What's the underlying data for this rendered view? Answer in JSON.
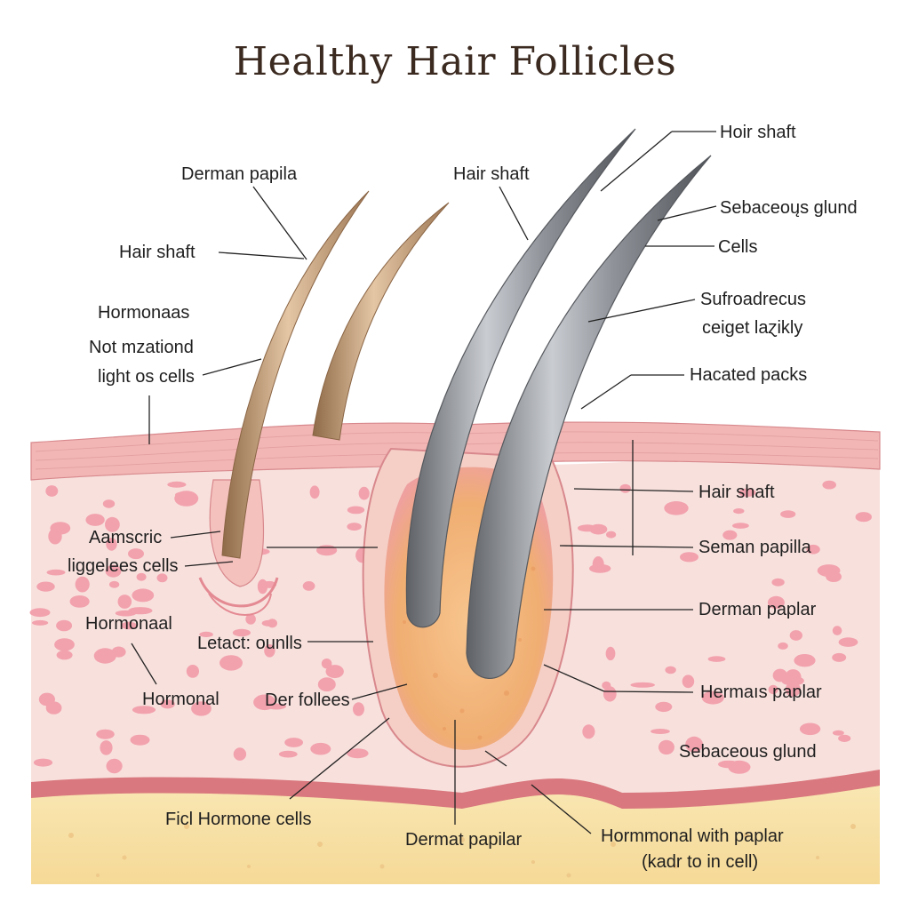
{
  "title": "Healthy Hair Follicles",
  "labels": {
    "derman_papila": "Derman papila",
    "hair_shaft_left": "Hair shaft",
    "hormonaas": "Hormonaas",
    "not_mzationd": "Not mzationd",
    "light_os_cells": "light os cells",
    "hair_shaft_center": "Hair shaft",
    "hoir_shaft": "Hoir shaft",
    "sebaceous_glund_top": "Sebaceoųs glund",
    "cells": "Cells",
    "sufroadrecus": "Sufroadrecus",
    "ceiget_lazikly": "ceiget laɀikly",
    "hacated_packs": "Hacated packs",
    "hair_shaft_right": "Hair shaft",
    "seman_papilla": "Seman papilla",
    "derman_paplar": "Derman paplar",
    "hermais_paplar": "Hermaıs paplar",
    "sebaceous_glund_bottom": "Sebaceous glund",
    "aamscric": "Aamscric",
    "liggelees_cells": "liggelees cells",
    "hormonaal": "Hormonaal",
    "letact_ounlls": "Letact: ounlls",
    "hormonal": "Hormonal",
    "der_follees": "Der follees",
    "ficl_hormone_cells": "Ficl Hormone cells",
    "dermat_papilar": "Dermat papilar",
    "hormmonal_with_paplar": "Hormmonal with paplar",
    "kadr_to_in_cell": "(kadr to in cell)"
  },
  "colors": {
    "epidermis": "#f2b9b9",
    "dermis": "#f7dcd9",
    "cell_spots": "#f0a3ae",
    "fat_layer": "#f7e0a6",
    "follicle_bulb": "#f2b27a",
    "hair_light": "#c4a07c",
    "hair_gray": "#8f9399",
    "title": "#3b2a20",
    "leader_lines": "#222222"
  }
}
